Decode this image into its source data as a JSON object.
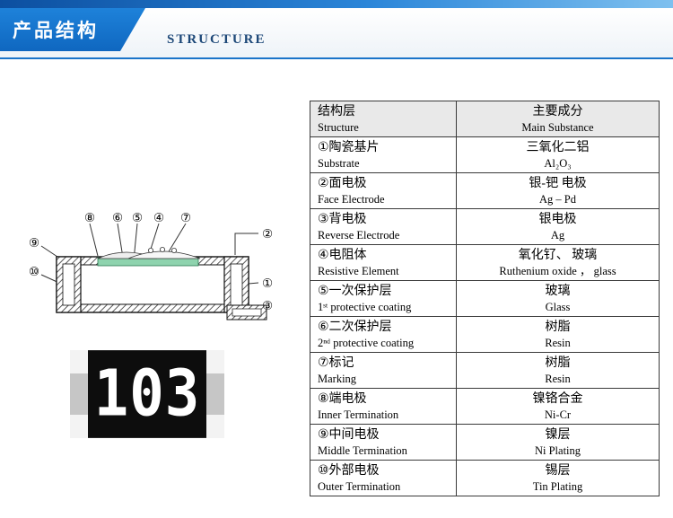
{
  "header": {
    "title_cn": "产品结构",
    "title_en": "STRUCTURE"
  },
  "diagram": {
    "callouts": [
      "①",
      "②",
      "③",
      "④",
      "⑤",
      "⑥",
      "⑦",
      "⑧",
      "⑨",
      "⑩"
    ]
  },
  "resistor": {
    "marking": "103"
  },
  "table": {
    "header": {
      "col1_cn": "结构层",
      "col1_en": "Structure",
      "col2_cn": "主要成分",
      "col2_en": "Main Substance"
    },
    "rows": [
      {
        "cn": "①陶瓷基片",
        "en": "Substrate",
        "val_cn": "三氧化二铝",
        "val_en": "Al₂O₃"
      },
      {
        "cn": "②面电极",
        "en": "Face Electrode",
        "val_cn": "银-钯  电极",
        "val_en": "Ag – Pd"
      },
      {
        "cn": "③背电极",
        "en": "Reverse Electrode",
        "val_cn": "银电极",
        "val_en": "Ag"
      },
      {
        "cn": "④电阻体",
        "en": "Resistive Element",
        "val_cn": "氧化钌、 玻璃",
        "val_en": "Ruthenium oxide ， glass"
      },
      {
        "cn": "⑤一次保护层",
        "en": "1ˢᵗ protective coating",
        "val_cn": "玻璃",
        "val_en": "Glass"
      },
      {
        "cn": "⑥二次保护层",
        "en": "2ⁿᵈ protective coating",
        "val_cn": "树脂",
        "val_en": "Resin"
      },
      {
        "cn": "⑦标记",
        "en": "Marking",
        "val_cn": "树脂",
        "val_en": "Resin"
      },
      {
        "cn": "⑧端电极",
        "en": "Inner Termination",
        "val_cn": "镍铬合金",
        "val_en": "Ni-Cr"
      },
      {
        "cn": "⑨中间电极",
        "en": "Middle Termination",
        "val_cn": "镍层",
        "val_en": "Ni Plating"
      },
      {
        "cn": "⑩外部电极",
        "en": "Outer Termination",
        "val_cn": "锡层",
        "val_en": "Tin Plating"
      }
    ]
  }
}
